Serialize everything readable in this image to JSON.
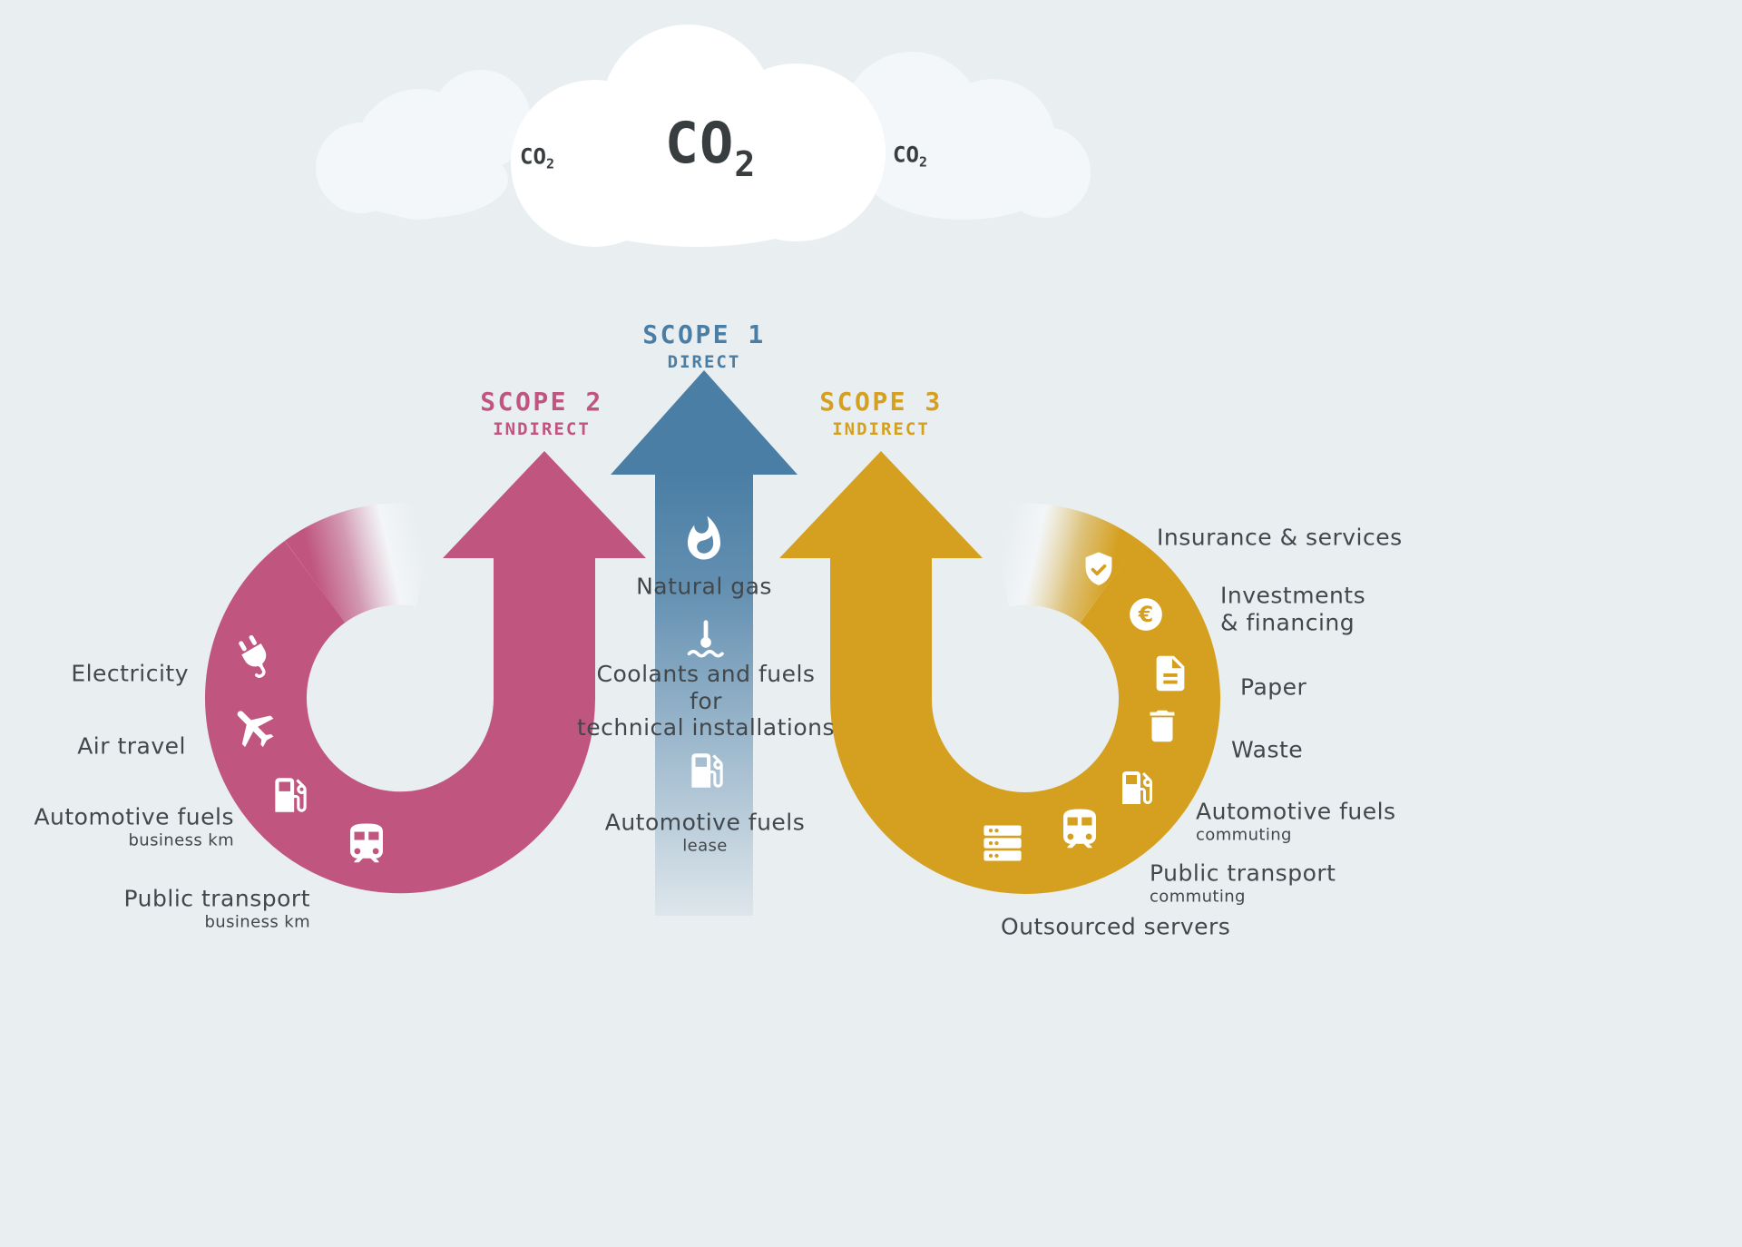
{
  "colors": {
    "background": "#e9eef1",
    "cloud_white": "#ffffff",
    "cloud_light": "#f3f7f9",
    "scope1_blue": "#4a7ea5",
    "scope2_pink": "#c0557f",
    "scope3_gold": "#d5a01f",
    "text_dark": "#41474b"
  },
  "cloud": {
    "co2_main": {
      "base": "CO",
      "sub": "2"
    },
    "co2_left": {
      "base": "CO",
      "sub": "2"
    },
    "co2_right": {
      "base": "CO",
      "sub": "2"
    }
  },
  "scope1": {
    "title": "SCOPE 1",
    "subtitle": "DIRECT",
    "color": "#4a7ea5",
    "items": [
      {
        "label": "Natural gas",
        "icon": "flame-icon"
      },
      {
        "lines": [
          "Coolants and fuels",
          "for",
          "technical installations"
        ],
        "icon": "thermometer-icon"
      },
      {
        "label": "Automotive fuels",
        "sublabel": "lease",
        "icon": "fuel-pump-icon"
      }
    ]
  },
  "scope2": {
    "title": "SCOPE 2",
    "subtitle": "INDIRECT",
    "color": "#c0557f",
    "items": [
      {
        "label": "Electricity",
        "icon": "plug-icon"
      },
      {
        "label": "Air travel",
        "icon": "plane-icon"
      },
      {
        "label": "Automotive fuels",
        "sublabel": "business km",
        "icon": "fuel-pump-icon"
      },
      {
        "label": "Public transport",
        "sublabel": "business km",
        "icon": "train-icon"
      }
    ]
  },
  "scope3": {
    "title": "SCOPE 3",
    "subtitle": "INDIRECT",
    "color": "#d5a01f",
    "items": [
      {
        "label": "Insurance & services",
        "icon": "shield-icon"
      },
      {
        "lines": [
          "Investments",
          "& financing"
        ],
        "icon": "euro-coin-icon"
      },
      {
        "label": "Paper",
        "icon": "document-icon"
      },
      {
        "label": "Waste",
        "icon": "trash-icon"
      },
      {
        "label": "Automotive fuels",
        "sublabel": "commuting",
        "icon": "fuel-pump-icon"
      },
      {
        "label": "Public transport",
        "sublabel": "commuting",
        "icon": "train-icon"
      },
      {
        "label": "Outsourced servers",
        "icon": "server-icon"
      }
    ]
  }
}
